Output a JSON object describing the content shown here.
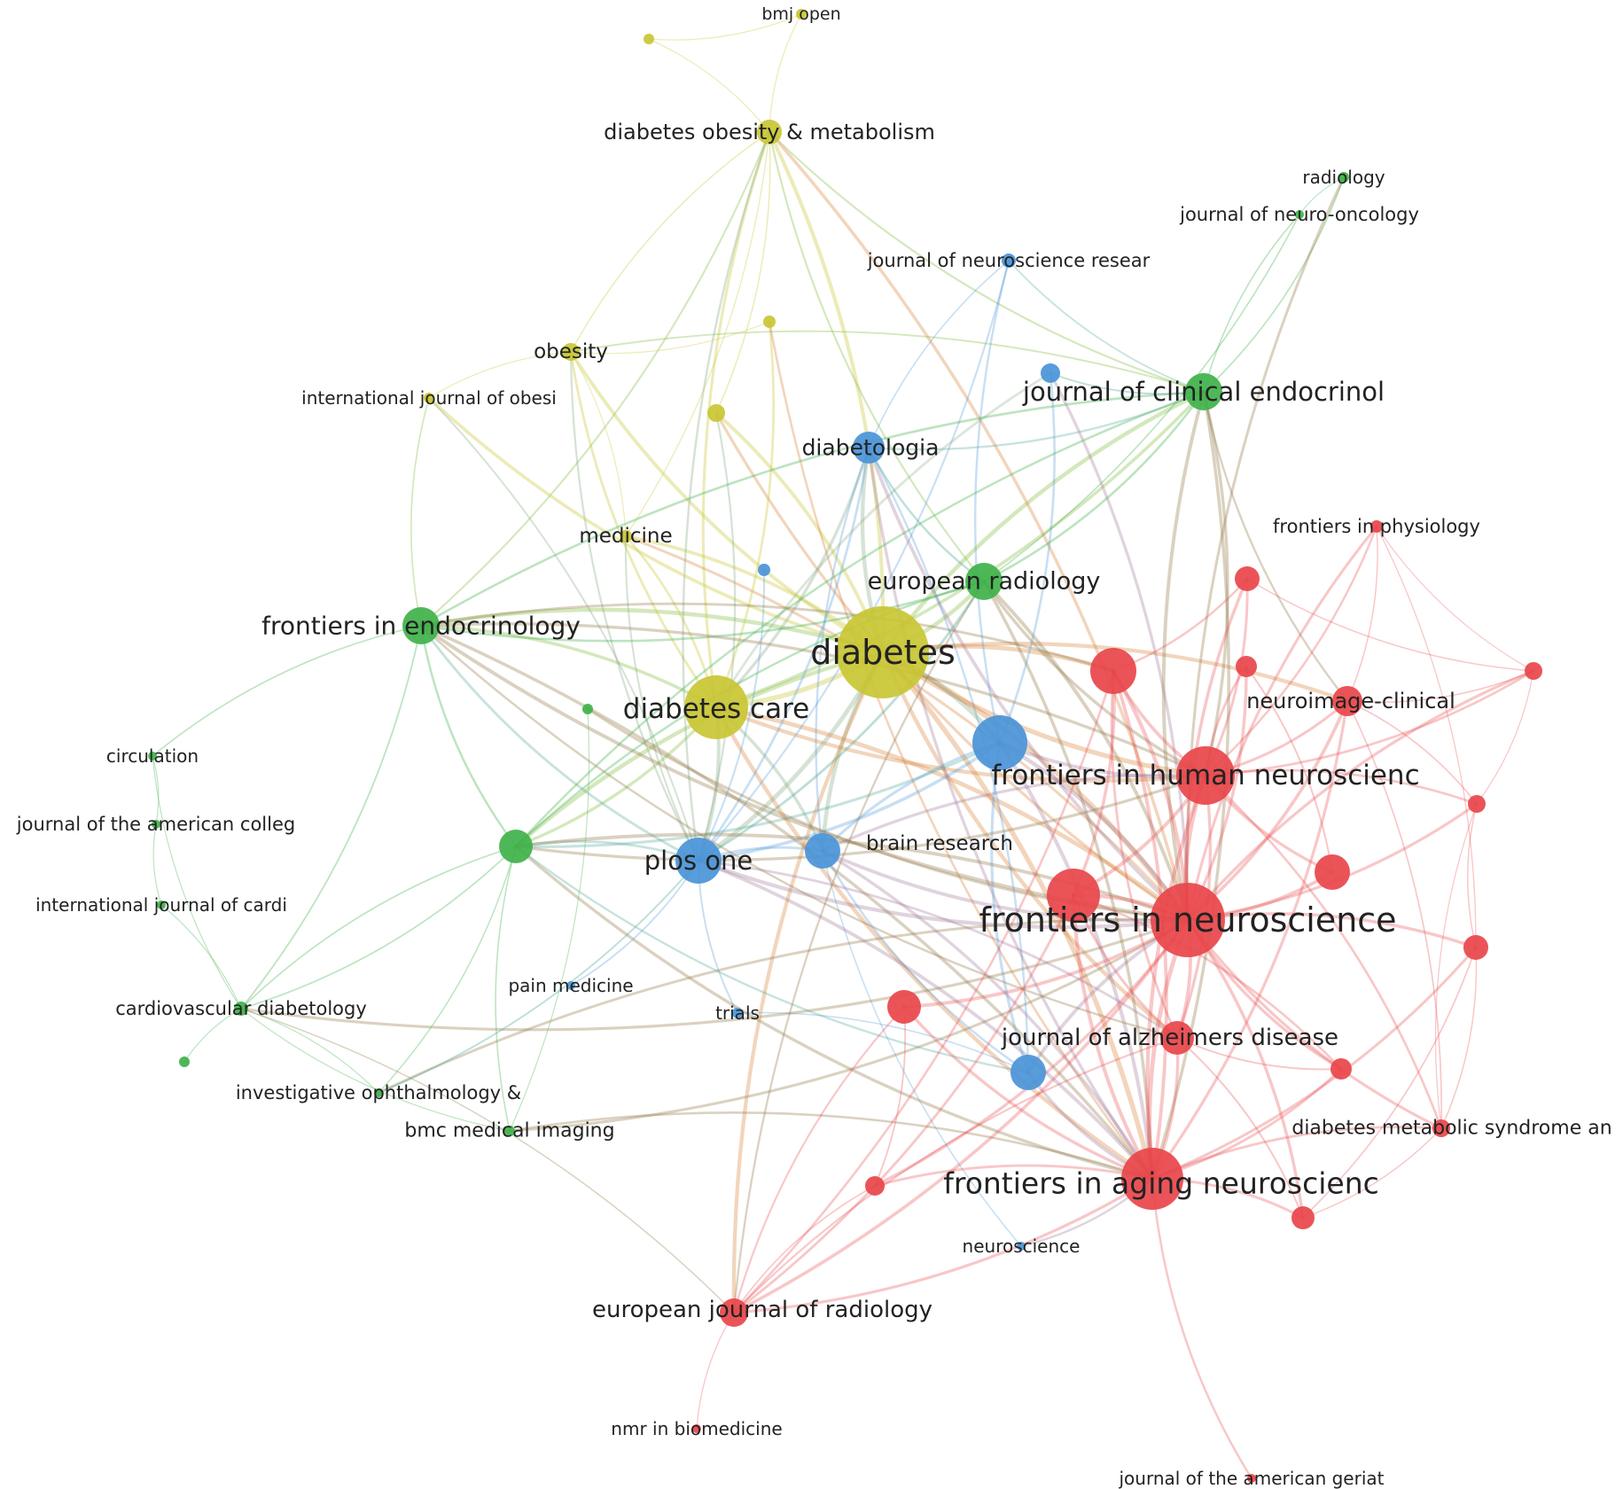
{
  "colors": {
    "red": "#e8454a",
    "green": "#3fb24a",
    "blue": "#4a94d8",
    "yellow": "#c9c634",
    "label": "#222222",
    "background": "#ffffff"
  },
  "nodes": [
    {
      "id": "diabetes",
      "label": "diabetes",
      "cluster": "yellow"
    },
    {
      "id": "diabetes_care",
      "label": "diabetes care",
      "cluster": "yellow"
    },
    {
      "id": "diabetes_obesity",
      "label": "diabetes obesity & metabolism",
      "cluster": "yellow"
    },
    {
      "id": "bmj_open",
      "label": "bmj open",
      "cluster": "yellow"
    },
    {
      "id": "obesity",
      "label": "obesity",
      "cluster": "yellow"
    },
    {
      "id": "intl_obesity",
      "label": "international journal of obesi",
      "cluster": "yellow"
    },
    {
      "id": "medicine",
      "label": "medicine",
      "cluster": "yellow"
    },
    {
      "id": "y_unlabeled_1",
      "label": "",
      "cluster": "yellow"
    },
    {
      "id": "y_unlabeled_2",
      "label": "",
      "cluster": "yellow"
    },
    {
      "id": "y_unlabeled_3",
      "label": "",
      "cluster": "yellow"
    },
    {
      "id": "diabetologia",
      "label": "diabetologia",
      "cluster": "blue"
    },
    {
      "id": "plos_one",
      "label": "plos one",
      "cluster": "blue"
    },
    {
      "id": "brain_research",
      "label": "brain research",
      "cluster": "blue"
    },
    {
      "id": "neurosci_resear",
      "label": "journal of neuroscience resear",
      "cluster": "blue"
    },
    {
      "id": "pain_medicine",
      "label": "pain medicine",
      "cluster": "blue"
    },
    {
      "id": "trials",
      "label": "trials",
      "cluster": "blue"
    },
    {
      "id": "neuroscience",
      "label": "neuroscience",
      "cluster": "blue"
    },
    {
      "id": "b_big",
      "label": "",
      "cluster": "blue"
    },
    {
      "id": "b_alz",
      "label": "",
      "cluster": "blue"
    },
    {
      "id": "b_small_top",
      "label": "",
      "cluster": "blue"
    },
    {
      "id": "b_small_mid",
      "label": "",
      "cluster": "blue"
    },
    {
      "id": "frontiers_endo",
      "label": "frontiers in endocrinology",
      "cluster": "green"
    },
    {
      "id": "european_radiology",
      "label": "european radiology",
      "cluster": "green"
    },
    {
      "id": "clin_endo",
      "label": "journal of clinical endocrinol",
      "cluster": "green"
    },
    {
      "id": "radiology",
      "label": "radiology",
      "cluster": "green"
    },
    {
      "id": "neuro_oncology",
      "label": "journal of neuro-oncology",
      "cluster": "green"
    },
    {
      "id": "circulation",
      "label": "circulation",
      "cluster": "green"
    },
    {
      "id": "jacc",
      "label": "journal of the american colleg",
      "cluster": "green"
    },
    {
      "id": "intl_cardi",
      "label": "international journal of cardi",
      "cluster": "green"
    },
    {
      "id": "cardio_diabetology",
      "label": "cardiovascular diabetology",
      "cluster": "green"
    },
    {
      "id": "invest_ophth",
      "label": "investigative ophthalmology &",
      "cluster": "green"
    },
    {
      "id": "bmc_imaging",
      "label": "bmc medical imaging",
      "cluster": "green"
    },
    {
      "id": "g_big",
      "label": "",
      "cluster": "green"
    },
    {
      "id": "g_small",
      "label": "",
      "cluster": "green"
    },
    {
      "id": "g_small2",
      "label": "",
      "cluster": "green"
    },
    {
      "id": "frontiers_neuro",
      "label": "frontiers in neuroscience",
      "cluster": "red"
    },
    {
      "id": "frontiers_human",
      "label": "frontiers in human neuroscienc",
      "cluster": "red"
    },
    {
      "id": "frontiers_aging",
      "label": "frontiers in aging neuroscienc",
      "cluster": "red"
    },
    {
      "id": "alzheimers",
      "label": "journal of alzheimers disease",
      "cluster": "red"
    },
    {
      "id": "neuroimage_clinical",
      "label": "neuroimage-clinical",
      "cluster": "red"
    },
    {
      "id": "frontiers_physiology",
      "label": "frontiers in physiology",
      "cluster": "red"
    },
    {
      "id": "dms",
      "label": "diabetes metabolic syndrome an",
      "cluster": "red"
    },
    {
      "id": "eur_j_radiology",
      "label": "european journal of radiology",
      "cluster": "red"
    },
    {
      "id": "nmr_biomed",
      "label": "nmr in biomedicine",
      "cluster": "red"
    },
    {
      "id": "jags",
      "label": "journal of the american geriat",
      "cluster": "red"
    },
    {
      "id": "r_1",
      "label": "",
      "cluster": "red"
    },
    {
      "id": "r_2",
      "label": "",
      "cluster": "red"
    },
    {
      "id": "r_3",
      "label": "",
      "cluster": "red"
    },
    {
      "id": "r_4",
      "label": "",
      "cluster": "red"
    },
    {
      "id": "r_5",
      "label": "",
      "cluster": "red"
    },
    {
      "id": "r_6",
      "label": "",
      "cluster": "red"
    },
    {
      "id": "r_7",
      "label": "",
      "cluster": "red"
    },
    {
      "id": "r_8",
      "label": "",
      "cluster": "red"
    },
    {
      "id": "r_9",
      "label": "",
      "cluster": "red"
    },
    {
      "id": "r_10",
      "label": "",
      "cluster": "red"
    },
    {
      "id": "r_11",
      "label": "",
      "cluster": "red"
    },
    {
      "id": "r_12",
      "label": "",
      "cluster": "red"
    }
  ],
  "edges": [
    [
      "diabetes",
      "diabetes_care"
    ],
    [
      "diabetes",
      "diabetes_obesity"
    ],
    [
      "diabetes",
      "frontiers_neuro"
    ],
    [
      "diabetes",
      "frontiers_human"
    ],
    [
      "diabetes",
      "frontiers_aging"
    ],
    [
      "diabetes",
      "european_radiology"
    ],
    [
      "diabetes",
      "clin_endo"
    ],
    [
      "diabetes",
      "frontiers_endo"
    ],
    [
      "diabetes",
      "plos_one"
    ],
    [
      "diabetes",
      "brain_research"
    ],
    [
      "diabetes",
      "diabetologia"
    ],
    [
      "diabetes",
      "alzheimers"
    ],
    [
      "diabetes",
      "b_big"
    ],
    [
      "diabetes",
      "g_big"
    ],
    [
      "diabetes",
      "r_1"
    ],
    [
      "diabetes",
      "medicine"
    ],
    [
      "diabetes",
      "obesity"
    ],
    [
      "diabetes",
      "eur_j_radiology"
    ],
    [
      "diabetes",
      "neuroimage_clinical"
    ],
    [
      "diabetes",
      "y_unlabeled_1"
    ],
    [
      "diabetes_care",
      "diabetes_obesity"
    ],
    [
      "diabetes_care",
      "frontiers_endo"
    ],
    [
      "diabetes_care",
      "plos_one"
    ],
    [
      "diabetes_care",
      "diabetologia"
    ],
    [
      "diabetes_care",
      "frontiers_neuro"
    ],
    [
      "diabetes_care",
      "frontiers_aging"
    ],
    [
      "diabetes_care",
      "g_big"
    ],
    [
      "diabetes_care",
      "clin_endo"
    ],
    [
      "diabetes_care",
      "obesity"
    ],
    [
      "diabetes_care",
      "medicine"
    ],
    [
      "diabetes_care",
      "brain_research"
    ],
    [
      "diabetes_care",
      "frontiers_human"
    ],
    [
      "diabetes_obesity",
      "bmj_open"
    ],
    [
      "diabetes_obesity",
      "clin_endo"
    ],
    [
      "diabetes_obesity",
      "frontiers_endo"
    ],
    [
      "diabetes_obesity",
      "obesity"
    ],
    [
      "diabetes_obesity",
      "y_unlabeled_1"
    ],
    [
      "diabetes_obesity",
      "european_radiology"
    ],
    [
      "diabetes_obesity",
      "frontiers_neuro"
    ],
    [
      "diabetes_obesity",
      "plos_one"
    ],
    [
      "diabetes_obesity",
      "medicine"
    ],
    [
      "diabetes_obesity",
      "y_unlabeled_3"
    ],
    [
      "bmj_open",
      "y_unlabeled_3"
    ],
    [
      "obesity",
      "intl_obesity"
    ],
    [
      "obesity",
      "medicine"
    ],
    [
      "obesity",
      "plos_one"
    ],
    [
      "obesity",
      "clin_endo"
    ],
    [
      "intl_obesity",
      "frontiers_endo"
    ],
    [
      "intl_obesity",
      "plos_one"
    ],
    [
      "intl_obesity",
      "diabetes"
    ],
    [
      "medicine",
      "frontiers_neuro"
    ],
    [
      "medicine",
      "plos_one"
    ],
    [
      "y_unlabeled_1",
      "plos_one"
    ],
    [
      "y_unlabeled_1",
      "frontiers_neuro"
    ],
    [
      "y_unlabeled_2",
      "diabetes_care"
    ],
    [
      "y_unlabeled_2",
      "frontiers_aging"
    ],
    [
      "y_unlabeled_2",
      "obesity"
    ],
    [
      "diabetologia",
      "clin_endo"
    ],
    [
      "diabetologia",
      "plos_one"
    ],
    [
      "diabetologia",
      "frontiers_neuro"
    ],
    [
      "diabetologia",
      "b_alz"
    ],
    [
      "diabetologia",
      "brain_research"
    ],
    [
      "diabetologia",
      "neurosci_resear"
    ],
    [
      "diabetologia",
      "frontiers_aging"
    ],
    [
      "plos_one",
      "brain_research"
    ],
    [
      "plos_one",
      "frontiers_neuro"
    ],
    [
      "plos_one",
      "frontiers_aging"
    ],
    [
      "plos_one",
      "g_big"
    ],
    [
      "plos_one",
      "frontiers_endo"
    ],
    [
      "plos_one",
      "b_big"
    ],
    [
      "plos_one",
      "pain_medicine"
    ],
    [
      "plos_one",
      "trials"
    ],
    [
      "plos_one",
      "alzheimers"
    ],
    [
      "brain_research",
      "frontiers_neuro"
    ],
    [
      "brain_research",
      "frontiers_human"
    ],
    [
      "brain_research",
      "b_alz"
    ],
    [
      "brain_research",
      "b_big"
    ],
    [
      "brain_research",
      "neuroscience"
    ],
    [
      "brain_research",
      "frontiers_aging"
    ],
    [
      "neurosci_resear",
      "b_big"
    ],
    [
      "neurosci_resear",
      "plos_one"
    ],
    [
      "neurosci_resear",
      "clin_endo"
    ],
    [
      "b_big",
      "frontiers_neuro"
    ],
    [
      "b_big",
      "frontiers_human"
    ],
    [
      "b_big",
      "frontiers_aging"
    ],
    [
      "b_big",
      "b_alz"
    ],
    [
      "b_big",
      "g_big"
    ],
    [
      "b_big",
      "b_small_top"
    ],
    [
      "b_small_top",
      "frontiers_neuro"
    ],
    [
      "b_small_top",
      "diabetes_care"
    ],
    [
      "b_small_mid",
      "plos_one"
    ],
    [
      "b_alz",
      "frontiers_aging"
    ],
    [
      "b_alz",
      "frontiers_neuro"
    ],
    [
      "b_alz",
      "trials"
    ],
    [
      "b_alz",
      "g_big"
    ],
    [
      "frontiers_endo",
      "g_big"
    ],
    [
      "frontiers_endo",
      "clin_endo"
    ],
    [
      "frontiers_endo",
      "circulation"
    ],
    [
      "frontiers_endo",
      "cardio_diabetology"
    ],
    [
      "frontiers_endo",
      "frontiers_neuro"
    ],
    [
      "frontiers_endo",
      "frontiers_aging"
    ],
    [
      "frontiers_endo",
      "european_radiology"
    ],
    [
      "frontiers_endo",
      "frontiers_human"
    ],
    [
      "frontiers_endo",
      "alzheimers"
    ],
    [
      "frontiers_endo",
      "r_1"
    ],
    [
      "european_radiology",
      "clin_endo"
    ],
    [
      "european_radiology",
      "frontiers_neuro"
    ],
    [
      "european_radiology",
      "frontiers_human"
    ],
    [
      "european_radiology",
      "frontiers_aging"
    ],
    [
      "european_radiology",
      "g_big"
    ],
    [
      "european_radiology",
      "plos_one"
    ],
    [
      "european_radiology",
      "eur_j_radiology"
    ],
    [
      "european_radiology",
      "diabetologia"
    ],
    [
      "clin_endo",
      "radiology"
    ],
    [
      "clin_endo",
      "neuro_oncology"
    ],
    [
      "clin_endo",
      "frontiers_neuro"
    ],
    [
      "clin_endo",
      "frontiers_human"
    ],
    [
      "clin_endo",
      "neuroimage_clinical"
    ],
    [
      "clin_endo",
      "frontiers_aging"
    ],
    [
      "clin_endo",
      "g_big"
    ],
    [
      "clin_endo",
      "b_small_top"
    ],
    [
      "radiology",
      "neuro_oncology"
    ],
    [
      "neuro_oncology",
      "european_radiology"
    ],
    [
      "radiology",
      "frontiers_neuro"
    ],
    [
      "circulation",
      "jacc"
    ],
    [
      "jacc",
      "intl_cardi"
    ],
    [
      "intl_cardi",
      "cardio_diabetology"
    ],
    [
      "circulation",
      "cardio_diabetology"
    ],
    [
      "cardio_diabetology",
      "g_big"
    ],
    [
      "cardio_diabetology",
      "g_small2"
    ],
    [
      "cardio_diabetology",
      "invest_ophth"
    ],
    [
      "cardio_diabetology",
      "bmc_imaging"
    ],
    [
      "cardio_diabetology",
      "eur_j_radiology"
    ],
    [
      "cardio_diabetology",
      "frontiers_neuro"
    ],
    [
      "g_big",
      "frontiers_neuro"
    ],
    [
      "g_big",
      "frontiers_aging"
    ],
    [
      "g_big",
      "invest_ophth"
    ],
    [
      "g_big",
      "bmc_imaging"
    ],
    [
      "g_big",
      "cardio_diabetology"
    ],
    [
      "g_big",
      "frontiers_human"
    ],
    [
      "g_small",
      "bmc_imaging"
    ],
    [
      "g_small",
      "frontiers_neuro"
    ],
    [
      "invest_ophth",
      "frontiers_neuro"
    ],
    [
      "invest_ophth",
      "plos_one"
    ],
    [
      "bmc_imaging",
      "frontiers_aging"
    ],
    [
      "bmc_imaging",
      "frontiers_neuro"
    ],
    [
      "frontiers_neuro",
      "frontiers_human"
    ],
    [
      "frontiers_neuro",
      "frontiers_aging"
    ],
    [
      "frontiers_neuro",
      "alzheimers"
    ],
    [
      "frontiers_neuro",
      "neuroimage_clinical"
    ],
    [
      "frontiers_neuro",
      "frontiers_physiology"
    ],
    [
      "frontiers_neuro",
      "dms"
    ],
    [
      "frontiers_neuro",
      "eur_j_radiology"
    ],
    [
      "frontiers_neuro",
      "r_1"
    ],
    [
      "frontiers_neuro",
      "r_2"
    ],
    [
      "frontiers_neuro",
      "r_3"
    ],
    [
      "frontiers_neuro",
      "r_4"
    ],
    [
      "frontiers_neuro",
      "r_5"
    ],
    [
      "frontiers_neuro",
      "r_6"
    ],
    [
      "frontiers_neuro",
      "r_7"
    ],
    [
      "frontiers_neuro",
      "r_8"
    ],
    [
      "frontiers_neuro",
      "r_9"
    ],
    [
      "frontiers_neuro",
      "r_10"
    ],
    [
      "frontiers_neuro",
      "r_11"
    ],
    [
      "frontiers_neuro",
      "r_12"
    ],
    [
      "frontiers_human",
      "frontiers_aging"
    ],
    [
      "frontiers_human",
      "alzheimers"
    ],
    [
      "frontiers_human",
      "neuroimage_clinical"
    ],
    [
      "frontiers_human",
      "r_1"
    ],
    [
      "frontiers_human",
      "r_2"
    ],
    [
      "frontiers_human",
      "r_3"
    ],
    [
      "frontiers_human",
      "r_4"
    ],
    [
      "frontiers_human",
      "r_5"
    ],
    [
      "frontiers_human",
      "r_7"
    ],
    [
      "frontiers_human",
      "r_11"
    ],
    [
      "frontiers_human",
      "frontiers_physiology"
    ],
    [
      "frontiers_human",
      "dms"
    ],
    [
      "frontiers_aging",
      "alzheimers"
    ],
    [
      "frontiers_aging",
      "eur_j_radiology"
    ],
    [
      "frontiers_aging",
      "jags"
    ],
    [
      "frontiers_aging",
      "dms"
    ],
    [
      "frontiers_aging",
      "r_1"
    ],
    [
      "frontiers_aging",
      "r_3"
    ],
    [
      "frontiers_aging",
      "r_6"
    ],
    [
      "frontiers_aging",
      "r_8"
    ],
    [
      "frontiers_aging",
      "r_9"
    ],
    [
      "frontiers_aging",
      "r_10"
    ],
    [
      "frontiers_aging",
      "r_12"
    ],
    [
      "frontiers_aging",
      "neuroscience"
    ],
    [
      "frontiers_aging",
      "neuroimage_clinical"
    ],
    [
      "alzheimers",
      "r_1"
    ],
    [
      "alzheimers",
      "r_9"
    ],
    [
      "alzheimers",
      "r_3"
    ],
    [
      "alzheimers",
      "eur_j_radiology"
    ],
    [
      "alzheimers",
      "r_10"
    ],
    [
      "neuroimage_clinical",
      "r_4"
    ],
    [
      "neuroimage_clinical",
      "r_5"
    ],
    [
      "neuroimage_clinical",
      "frontiers_physiology"
    ],
    [
      "neuroimage_clinical",
      "dms"
    ],
    [
      "eur_j_radiology",
      "nmr_biomed"
    ],
    [
      "eur_j_radiology",
      "r_8"
    ],
    [
      "eur_j_radiology",
      "r_3"
    ],
    [
      "eur_j_radiology",
      "r_12"
    ],
    [
      "eur_j_radiology",
      "r_1"
    ],
    [
      "dms",
      "r_5"
    ],
    [
      "dms",
      "r_6"
    ],
    [
      "dms",
      "r_10"
    ],
    [
      "frontiers_physiology",
      "r_4"
    ],
    [
      "frontiers_physiology",
      "r_6"
    ],
    [
      "r_1",
      "r_2"
    ],
    [
      "r_1",
      "r_3"
    ],
    [
      "r_2",
      "r_4"
    ],
    [
      "r_4",
      "r_5"
    ],
    [
      "r_5",
      "r_6"
    ],
    [
      "r_6",
      "r_10"
    ],
    [
      "r_7",
      "r_11"
    ],
    [
      "r_8",
      "r_12"
    ],
    [
      "r_9",
      "r_3"
    ]
  ]
}
